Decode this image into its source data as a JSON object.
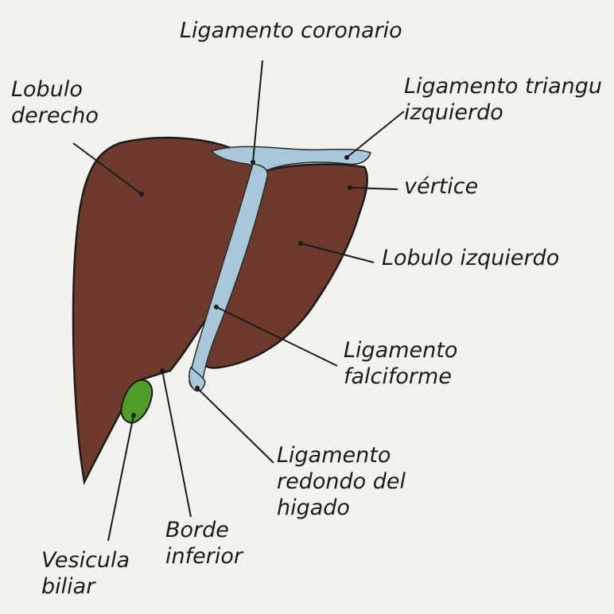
{
  "colors": {
    "paper": "#f3f2ee",
    "liver": "#6e3a2c",
    "ligament": "#a9c9da",
    "gallbladder": "#4f9d2b",
    "ink": "#1b1b1b"
  },
  "labels": {
    "ligamento_coronario": "Ligamento coronario",
    "lobulo_derecho": [
      "Lobulo",
      "derecho"
    ],
    "ligamento_triangular": [
      "Ligamento triangu",
      "izquierdo"
    ],
    "vertice": "vértice",
    "lobulo_izquierdo": "Lobulo izquierdo",
    "ligamento_falciforme": [
      "Ligamento",
      "falciforme"
    ],
    "ligamento_redondo": [
      "Ligamento",
      "redondo del",
      "higado"
    ],
    "borde_inferior": [
      "Borde",
      "inferior"
    ],
    "vesicula_biliar": [
      "Vesicula",
      "biliar"
    ]
  }
}
